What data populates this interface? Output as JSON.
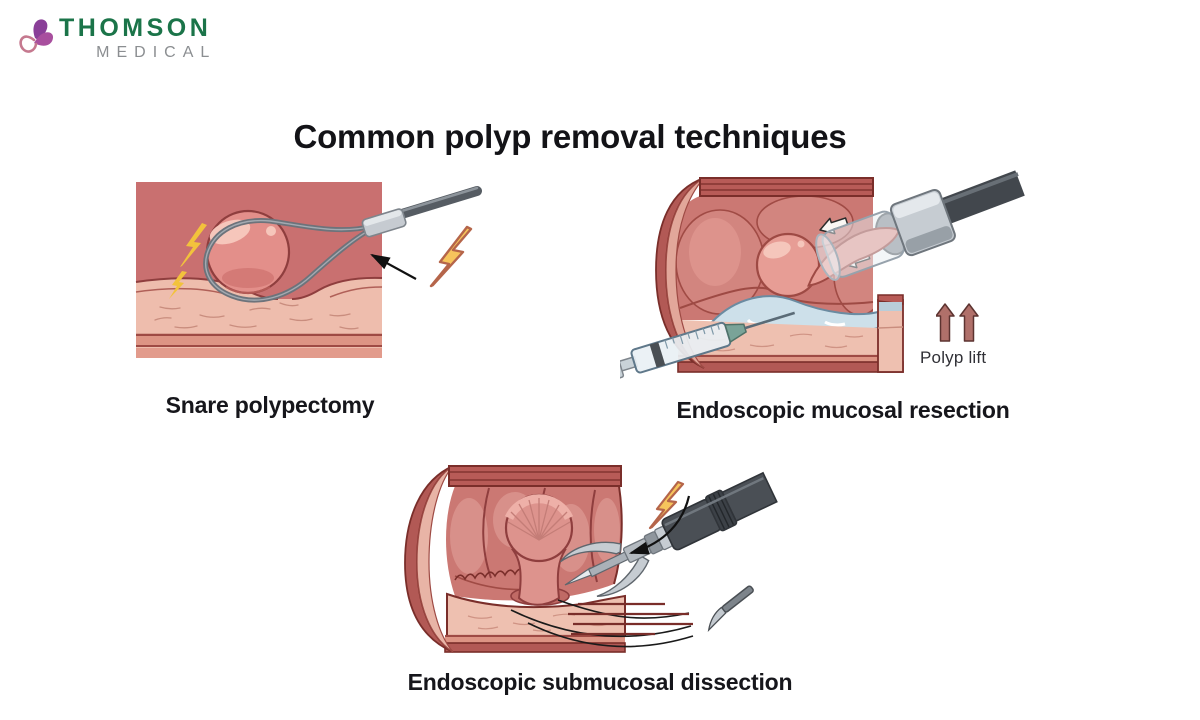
{
  "logo": {
    "company": "THOMSON",
    "division": "MEDICAL",
    "icon": "butterfly-logo-icon",
    "company_color": "#1b7449",
    "division_color": "#8b8e91"
  },
  "title": "Common polyp removal techniques",
  "figures": [
    {
      "id": "snare-polypectomy",
      "label": "Snare polypectomy"
    },
    {
      "id": "endoscopic-mucosal-resection",
      "label": "Endoscopic mucosal resection",
      "annotation": "Polyp lift"
    },
    {
      "id": "endoscopic-submucosal-dissection",
      "label": "Endoscopic submucosal dissection"
    }
  ],
  "icons": {
    "butterfly-logo-icon": "🦋",
    "lightning-icon": "⚡",
    "pointer-arrow-icon": "→",
    "curved-arrow-icon": "↶",
    "suction-arrow-icon": "⇦",
    "polyp-lift-arrow-icon": "⇧",
    "scalpel-icon": "🔪",
    "syringe-icon": "💉",
    "snare-loop-icon": "➰",
    "endoscope-icon": "📷"
  },
  "colors": {
    "background": "#ffffff",
    "title_text": "#131317",
    "caption_text": "#16161b",
    "annotation_text": "#303036",
    "brand_green": "#1b7449",
    "logo_gray": "#8b8e91",
    "mucosa_wall": "#c97070",
    "mucosa_outer": "#b25955",
    "mucosa_inner": "#cb7873",
    "submucosa_light": "#eec0b0",
    "outline_dark_red": "#7a2e2a",
    "polyp": "#e5938c",
    "polyp_highlight": "#f6c6bb",
    "injection_fluid": "#cde0ea",
    "instrument_metal": "#c6ccd2",
    "instrument_dark": "#42474d",
    "snare_wire": "#6d737b",
    "lightning_fill": "#f6c45c",
    "lightning_outline": "#b5654a",
    "lift_arrow": "#b0706a"
  }
}
